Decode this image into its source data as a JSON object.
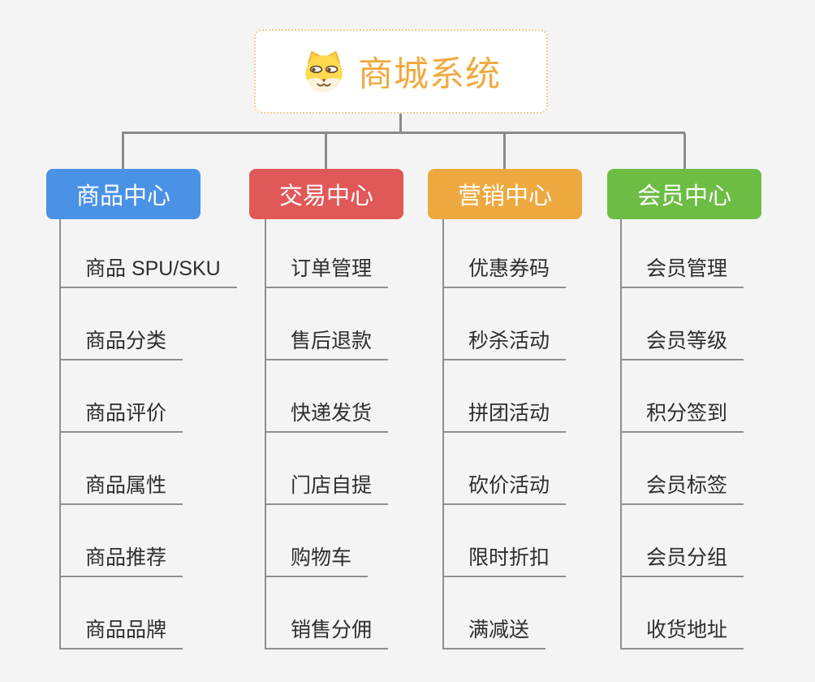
{
  "root": {
    "title": "商城系统",
    "icon": "dog-face-icon"
  },
  "branches": [
    {
      "label": "商品中心",
      "color": "#4a92e5",
      "items": [
        "商品 SPU/SKU",
        "商品分类",
        "商品评价",
        "商品属性",
        "商品推荐",
        "商品品牌"
      ]
    },
    {
      "label": "交易中心",
      "color": "#e15858",
      "items": [
        "订单管理",
        "售后退款",
        "快递发货",
        "门店自提",
        "购物车",
        "销售分佣"
      ]
    },
    {
      "label": "营销中心",
      "color": "#eda940",
      "items": [
        "优惠券码",
        "秒杀活动",
        "拼团活动",
        "砍价活动",
        "限时折扣",
        "满减送"
      ]
    },
    {
      "label": "会员中心",
      "color": "#6dbd45",
      "items": [
        "会员管理",
        "会员等级",
        "积分签到",
        "会员标签",
        "会员分组",
        "收货地址"
      ]
    }
  ],
  "colors": {
    "background": "#f4f4f4",
    "connector": "#8a8a8a",
    "underline": "#8f8f8f",
    "item_text": "#2e2e2e",
    "root_title": "#f0a93f",
    "root_border": "#f6c98e",
    "root_background": "#ffffff"
  }
}
